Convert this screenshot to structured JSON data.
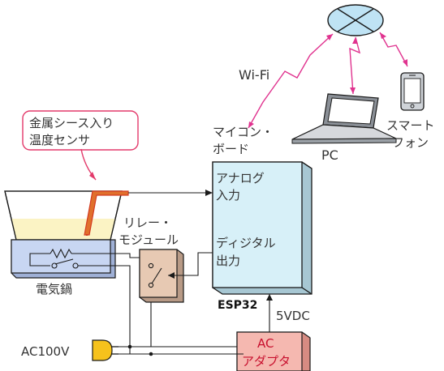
{
  "labels": {
    "wifi": "Wi-Fi",
    "sensor_line1": "金属シース入り",
    "sensor_line2": "温度センサ",
    "mcu_line1": "マイコン・",
    "mcu_line2": "ボード",
    "pc": "PC",
    "smartphone_line1": "スマート",
    "smartphone_line2": "フォン",
    "analog_line1": "アナログ",
    "analog_line2": "入力",
    "digital_line1": "ディジタル",
    "digital_line2": "出力",
    "esp32": "ESP32",
    "relay_line1": "リレー・",
    "relay_line2": "モジュール",
    "pot": "電気鍋",
    "ac100v": "AC100V",
    "five_vdc": "5VDC",
    "adapter_line1": "AC",
    "adapter_line2": "アダプタ"
  },
  "colors": {
    "mcu_fill": "#d7f0f8",
    "mcu_stroke": "#1a1a1a",
    "relay_fill": "#e7c9b3",
    "heater_fill": "#c8d6f2",
    "liquid_fill": "#fbf3c4",
    "adapter_fill": "#f5b8b0",
    "wireless_pink": "#e0338f",
    "sensor_red": "#d33a20",
    "callout_border": "#e33a6b",
    "ac_text": "#c8102e",
    "router_fill": "#bfe3f4"
  },
  "icons": {
    "router": "router-icon",
    "laptop": "laptop-icon",
    "smartphone": "smartphone-icon",
    "relay_switch": "switch-icon",
    "heater": "heater-resistor-icon",
    "ac_plug": "ac-plug-icon"
  }
}
